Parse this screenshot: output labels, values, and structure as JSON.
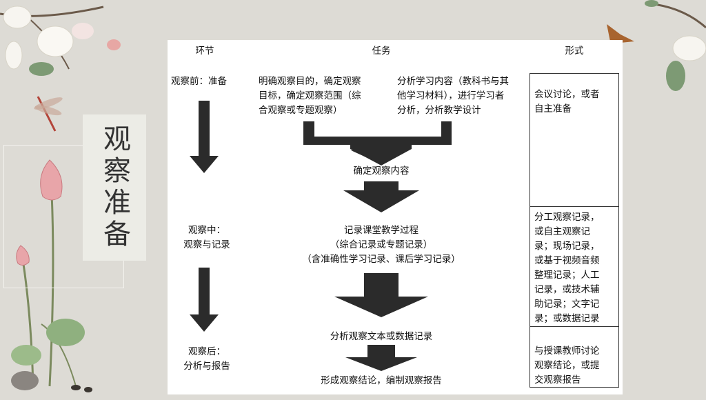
{
  "title": "观察准备",
  "headers": {
    "stage": "环节",
    "task": "任务",
    "form": "形式"
  },
  "stages": {
    "before": "观察前：准备",
    "during_1": "观察中：",
    "during_2": "观察与记录",
    "after_1": "观察后：",
    "after_2": "分析与报告"
  },
  "tasks": {
    "goal_1": "明确观察目的，确定观察",
    "goal_2": "目标，确定观察范围（综",
    "goal_3": "合观察或专题观察）",
    "analysis_1": "分析学习内容（教科书与其",
    "analysis_2": "他学习材料），进行学习者",
    "analysis_3": "分析，分析教学设计",
    "content": "确定观察内容",
    "record_1": "记录课堂教学过程",
    "record_2": "（综合记录或专题记录）",
    "record_3": "（含准确性学习记录、课后学习记录）",
    "analyze": "分析观察文本或数据记录",
    "report": "形成观察结论，编制观察报告"
  },
  "forms": {
    "prep_1": "会议讨论，或者",
    "prep_2": "自主准备",
    "rec_1": "分工观察记录，",
    "rec_2": "或自主观察记",
    "rec_3": "录；现场记录，",
    "rec_4": "或基于视频音频",
    "rec_5": "整理记录；人工",
    "rec_6": "记录，或技术辅",
    "rec_7": "助记录；文字记",
    "rec_8": "录；或数据记录",
    "rep_1": "与授课教师讨论",
    "rep_2": "观察结论，或提",
    "rep_3": "交观察报告"
  },
  "colors": {
    "arrow": "#2b2b2b",
    "panel": "#ffffff",
    "background": "#dddbd5"
  }
}
